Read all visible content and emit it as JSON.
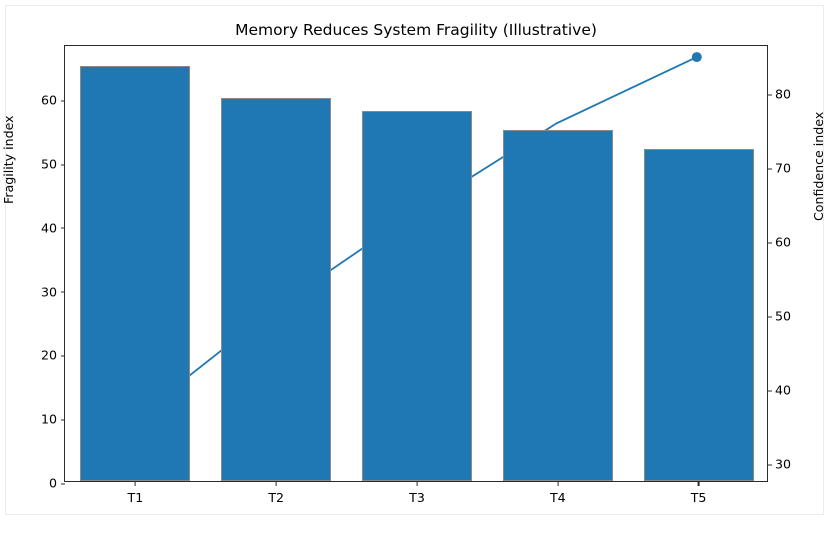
{
  "chart_data": {
    "type": "bar",
    "title": "Memory Reduces System Fragility (Illustrative)",
    "categories": [
      "T1",
      "T2",
      "T3",
      "T4",
      "T5"
    ],
    "xlabel": "",
    "ylabel": "Fragility index",
    "ylabel_right": "Confidence index",
    "grid": false,
    "legend": null,
    "series": [
      {
        "name": "Fragility index",
        "type": "bar",
        "axis": "left",
        "color": "#1f77b4",
        "values": [
          65,
          60,
          58,
          55,
          52
        ]
      },
      {
        "name": "Confidence index",
        "type": "line",
        "axis": "right",
        "color": "#1f77b4",
        "marker": "circle-at-last-point",
        "values": [
          36,
          51,
          64,
          76,
          85
        ]
      }
    ],
    "ylim": [
      0,
      68.5
    ],
    "ylim_right": [
      27.5,
      86.5
    ],
    "yticks": [
      0,
      10,
      20,
      30,
      40,
      50,
      60
    ],
    "yticks_right": [
      30,
      40,
      50,
      60,
      70,
      80
    ],
    "ytick_labels": [
      "0",
      "10",
      "20",
      "30",
      "40",
      "50",
      "60"
    ],
    "ytick_labels_right": [
      "30",
      "40",
      "50",
      "60",
      "70",
      "80"
    ]
  },
  "figure": {
    "background": "#ffffff",
    "border_color": "#ececec",
    "axis_color": "#2b2b2b"
  }
}
